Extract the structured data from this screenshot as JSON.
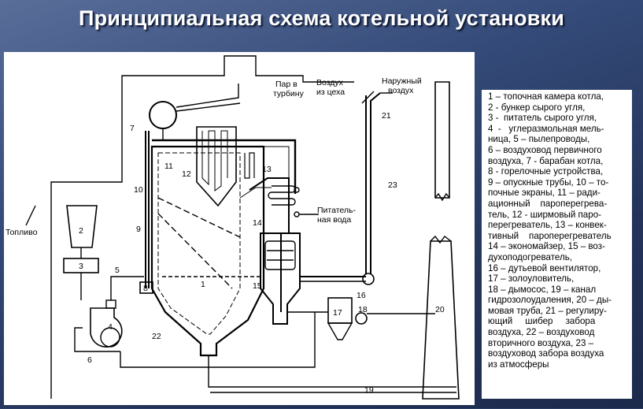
{
  "title": "Принципиальная схема котельной установки",
  "diagram": {
    "label_fuel": "Топливо",
    "label_steam": [
      "Пар в",
      "турбину"
    ],
    "label_air_shop": [
      "Воздух",
      "из цеха"
    ],
    "label_air_out": [
      "Наружный",
      "воздух"
    ],
    "label_feed": [
      "Питатель-",
      "ная вода"
    ],
    "n1": "1",
    "n2": "2",
    "n3": "3",
    "n4": "4",
    "n5": "5",
    "n6": "6",
    "n7": "7",
    "n8": "8",
    "n9": "9",
    "n10": "10",
    "n11": "11",
    "n12": "12",
    "n13": "13",
    "n14": "14",
    "n15": "15",
    "n16": "16",
    "n17": "17",
    "n18": "18",
    "n19": "19",
    "n20": "20",
    "n21": "21",
    "n22": "22",
    "n23": "23"
  },
  "legend": [
    "1 – топочная камера котла,",
    "2 - бункер сырого угля,",
    "3 -  питатель сырого угля,",
    "4  -   углеразмольная мель-",
    "ница, 5 – пылепроводы,",
    "6 – воздуховод первичного",
    "воздуха, 7 - барабан котла,",
    "8 - горелочные устройства,",
    "9 – опускные трубы, 10 – то-",
    "почные экраны, 11 – ради-",
    "ационный    пароперегрева-",
    "тель, 12 - ширмовый паро-",
    "перегреватель, 13 – конвек-",
    "тивный    пароперегреватель",
    "14 – экономайзер, 15 – воз-",
    "духоподогреватель,",
    "16 – дутьевой вентилятор,",
    "17 – золоуловитель,",
    "18 – дымосос, 19 – канал",
    "гидрозолоудаления, 20 – ды-",
    "мовая труба, 21 – регулиру-",
    "ющий     шибер     забора",
    "воздуха, 22 – воздуховод",
    "вторичного воздуха, 23 –",
    "воздуховод забора воздуха",
    "из атмосферы"
  ]
}
